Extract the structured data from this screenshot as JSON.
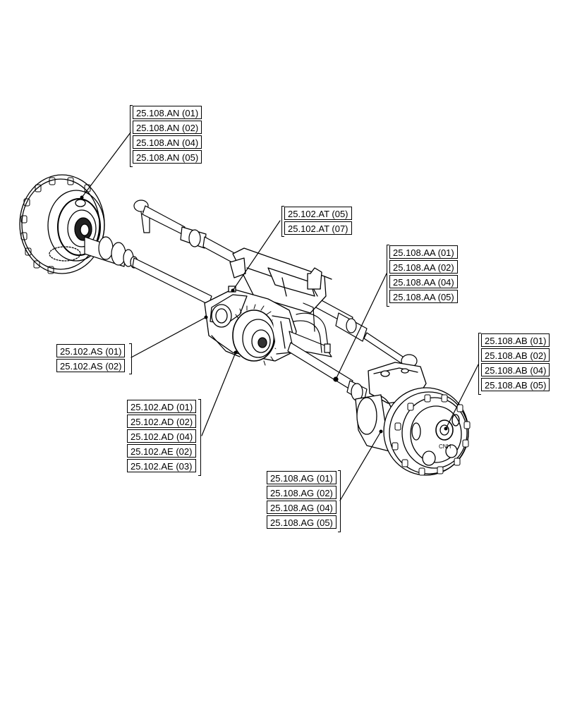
{
  "callouts": {
    "an": [
      "25.108.AN (01)",
      "25.108.AN (02)",
      "25.108.AN (04)",
      "25.108.AN (05)"
    ],
    "at": [
      "25.102.AT (05)",
      "25.102.AT (07)"
    ],
    "aa": [
      "25.108.AA (01)",
      "25.108.AA (02)",
      "25.108.AA (04)",
      "25.108.AA (05)"
    ],
    "ab": [
      "25.108.AB (01)",
      "25.108.AB (02)",
      "25.108.AB (04)",
      "25.108.AB (05)"
    ],
    "as": [
      "25.102.AS (01)",
      "25.102.AS (02)"
    ],
    "ad": [
      "25.102.AD (01)",
      "25.102.AD (02)",
      "25.102.AD (04)",
      "25.102.AE (02)",
      "25.102.AE (03)"
    ],
    "ag": [
      "25.108.AG (01)",
      "25.108.AG (02)",
      "25.108.AG (04)",
      "25.108.AG (05)"
    ]
  }
}
